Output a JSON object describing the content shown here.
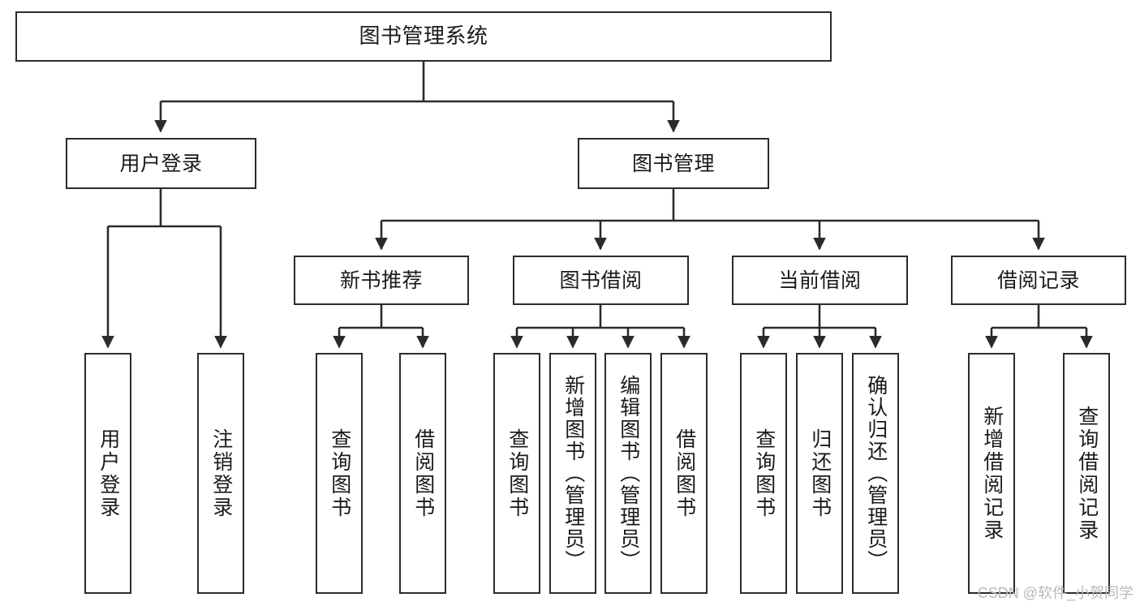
{
  "diagram": {
    "type": "tree",
    "title": "图书管理系统",
    "root": {
      "id": "root",
      "label": "图书管理系统"
    },
    "level2": [
      {
        "id": "user-login",
        "label": "用户登录"
      },
      {
        "id": "book-manage",
        "label": "图书管理"
      }
    ],
    "level3": [
      {
        "id": "new-book-rec",
        "label": "新书推荐"
      },
      {
        "id": "book-borrow",
        "label": "图书借阅"
      },
      {
        "id": "current-borrow",
        "label": "当前借阅"
      },
      {
        "id": "borrow-record",
        "label": "借阅记录"
      }
    ],
    "leaves": [
      {
        "id": "leaf-user-login",
        "label": "用户登录",
        "parent": "user-login"
      },
      {
        "id": "leaf-user-logout",
        "label": "注销登录",
        "parent": "user-login"
      },
      {
        "id": "leaf-query-book-1",
        "label": "查询图书",
        "parent": "new-book-rec"
      },
      {
        "id": "leaf-borrow-book-1",
        "label": "借阅图书",
        "parent": "new-book-rec"
      },
      {
        "id": "leaf-query-book-2",
        "label": "查询图书",
        "parent": "book-borrow"
      },
      {
        "id": "leaf-add-book",
        "label": "新增图书（管理员）",
        "parent": "book-borrow"
      },
      {
        "id": "leaf-edit-book",
        "label": "编辑图书（管理员）",
        "parent": "book-borrow"
      },
      {
        "id": "leaf-borrow-book-2",
        "label": "借阅图书",
        "parent": "book-borrow"
      },
      {
        "id": "leaf-query-book-3",
        "label": "查询图书",
        "parent": "current-borrow"
      },
      {
        "id": "leaf-return-book",
        "label": "归还图书",
        "parent": "current-borrow"
      },
      {
        "id": "leaf-confirm-return",
        "label": "确认归还（管理员）",
        "parent": "current-borrow"
      },
      {
        "id": "leaf-add-record",
        "label": "新增借阅记录",
        "parent": "borrow-record"
      },
      {
        "id": "leaf-query-record",
        "label": "查询借阅记录",
        "parent": "borrow-record"
      }
    ],
    "colors": {
      "stroke": "#2b2b2b",
      "fill": "#ffffff",
      "text": "#1a1a1a",
      "watermark": "#b9b9b9"
    }
  },
  "watermark": {
    "text": "CSDN @软件_小贺同学"
  }
}
